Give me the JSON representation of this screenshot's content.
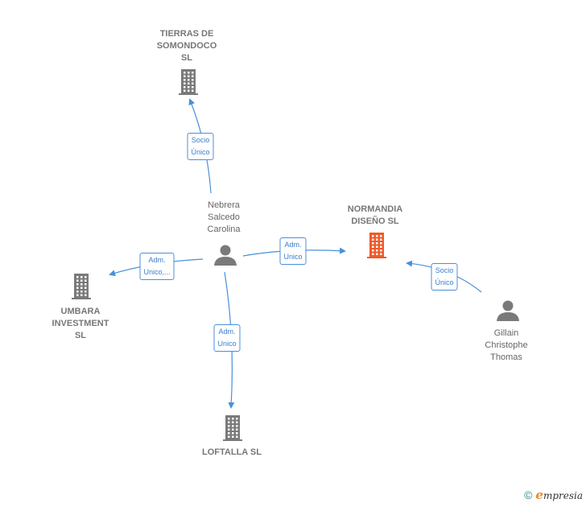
{
  "nodes": {
    "tierras": {
      "label": "TIERRAS DE\nSOMONDOCO\nSL",
      "kind": "company"
    },
    "normandia": {
      "label": "NORMANDIA\nDISEÑO  SL",
      "kind": "company-main"
    },
    "umbara": {
      "label": "UMBARA\nINVESTMENT\nSL",
      "kind": "company"
    },
    "loftalla": {
      "label": "LOFTALLA  SL",
      "kind": "company"
    },
    "nebrera": {
      "label": "Nebrera\nSalcedo\nCarolina",
      "kind": "person"
    },
    "gillain": {
      "label": "Gillain\nChristophe\nThomas",
      "kind": "person"
    }
  },
  "edges": [
    {
      "from": "nebrera",
      "to": "tierras",
      "label": "Socio\nÚnico"
    },
    {
      "from": "nebrera",
      "to": "normandia",
      "label": "Adm.\nUnico"
    },
    {
      "from": "nebrera",
      "to": "umbara",
      "label": "Adm.\nUnico,..."
    },
    {
      "from": "nebrera",
      "to": "loftalla",
      "label": "Adm.\nUnico"
    },
    {
      "from": "gillain",
      "to": "normandia",
      "label": "Socio\nÚnico"
    }
  ],
  "colors": {
    "edge": "#4a8fd9",
    "company_icon": "#7a7a7a",
    "main_company_icon": "#f05a28",
    "person_icon": "#7a7a7a"
  },
  "footer": {
    "copyright": "©",
    "brand_initial": "e",
    "brand_rest": "mpresia"
  }
}
